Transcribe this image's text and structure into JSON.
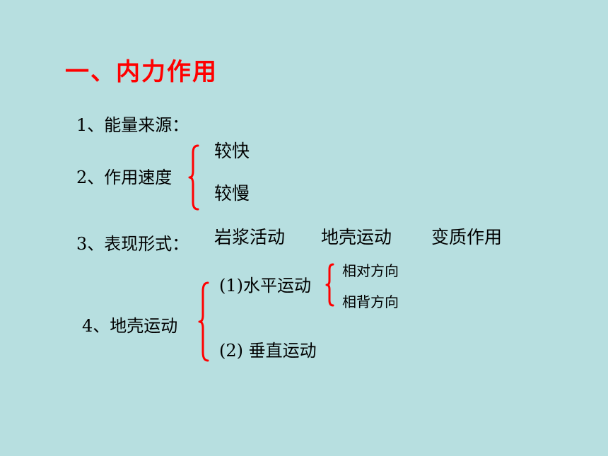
{
  "colors": {
    "background": "#b7dfe0",
    "accent": "#ff0000",
    "text": "#000000"
  },
  "title": "一、内力作用",
  "item1": {
    "label": "1、能量来源："
  },
  "item2": {
    "label": "2、作用速度",
    "options": [
      "较快",
      "较慢"
    ]
  },
  "item3": {
    "label": "3、表现形式：",
    "forms": [
      "岩浆活动",
      "地壳运动",
      "变质作用"
    ]
  },
  "item4": {
    "label": "4、地壳运动",
    "horizontal": {
      "label": "(1)水平运动",
      "directions": [
        "相对方向",
        "相背方向"
      ]
    },
    "vertical": {
      "label": "(2) 垂直运动"
    }
  }
}
